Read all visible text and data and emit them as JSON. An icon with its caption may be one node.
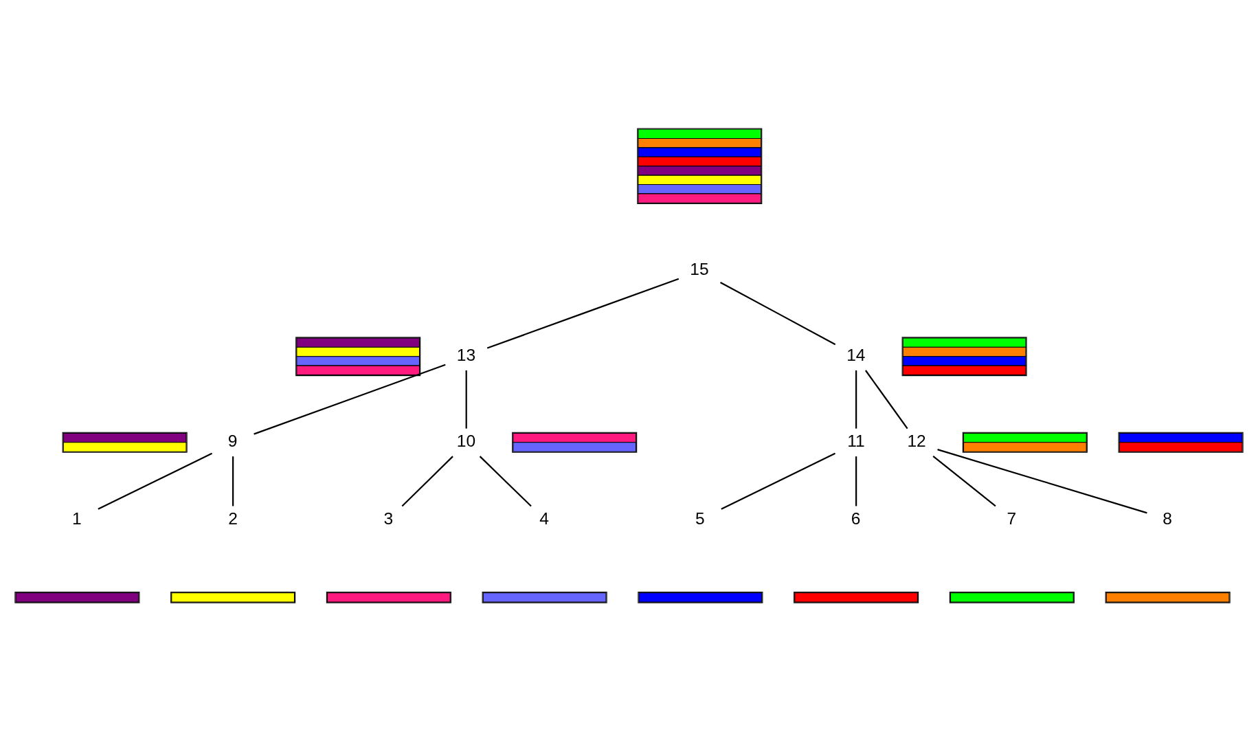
{
  "diagram": {
    "nodes": [
      {
        "text": [],
        "shape": "bar"
      },
      {
        "text": [
          "15"
        ]
      },
      {
        "text": [],
        "shape": "bar"
      },
      {
        "text": [
          "13"
        ]
      },
      {
        "text": [
          "14"
        ]
      },
      {
        "text": [],
        "shape": "bar"
      },
      {
        "text": [],
        "shape": "bar"
      },
      {
        "text": [
          "9"
        ]
      },
      {
        "text": [
          "10"
        ]
      },
      {
        "text": [],
        "shape": "bar"
      },
      {
        "text": [
          "11"
        ]
      },
      {
        "text": [],
        "shape": "bar"
      },
      {
        "text": [
          "12"
        ]
      },
      {
        "text": [],
        "shape": "bar"
      },
      {
        "text": [
          "1"
        ]
      },
      {
        "text": [
          "2"
        ]
      },
      {
        "text": [
          "3"
        ]
      },
      {
        "text": [
          "4"
        ]
      },
      {
        "text": [
          "5"
        ]
      },
      {
        "text": [
          "6"
        ]
      },
      {
        "text": [
          "7"
        ]
      },
      {
        "text": [
          "8"
        ]
      },
      {
        "text": [],
        "shape": "bar"
      },
      {
        "text": [],
        "shape": "bar"
      },
      {
        "text": [],
        "shape": "bar"
      },
      {
        "text": [],
        "shape": "bar"
      },
      {
        "text": [],
        "shape": "bar"
      },
      {
        "text": [],
        "shape": "bar"
      },
      {
        "text": [],
        "shape": "bar"
      },
      {
        "text": [],
        "shape": "bar"
      }
    ],
    "edges": [
      {
        "from": 1,
        "to": 3,
        "arrow": "none"
      },
      {
        "from": 1,
        "to": 4,
        "arrow": "none"
      },
      {
        "from": 3,
        "to": 7,
        "arrow": "none"
      },
      {
        "from": 3,
        "to": 8,
        "arrow": "none"
      },
      {
        "from": 4,
        "to": 10,
        "arrow": "none"
      },
      {
        "from": 4,
        "to": 12,
        "arrow": "none"
      },
      {
        "from": 7,
        "to": 14,
        "arrow": "none"
      },
      {
        "from": 7,
        "to": 15,
        "arrow": "none"
      },
      {
        "from": 8,
        "to": 16,
        "arrow": "none"
      },
      {
        "from": 8,
        "to": 17,
        "arrow": "none"
      },
      {
        "from": 10,
        "to": 18,
        "arrow": "none"
      },
      {
        "from": 10,
        "to": 19,
        "arrow": "none"
      },
      {
        "from": 12,
        "to": 20,
        "arrow": "none"
      },
      {
        "from": 12,
        "to": 21,
        "arrow": "none"
      }
    ]
  }
}
